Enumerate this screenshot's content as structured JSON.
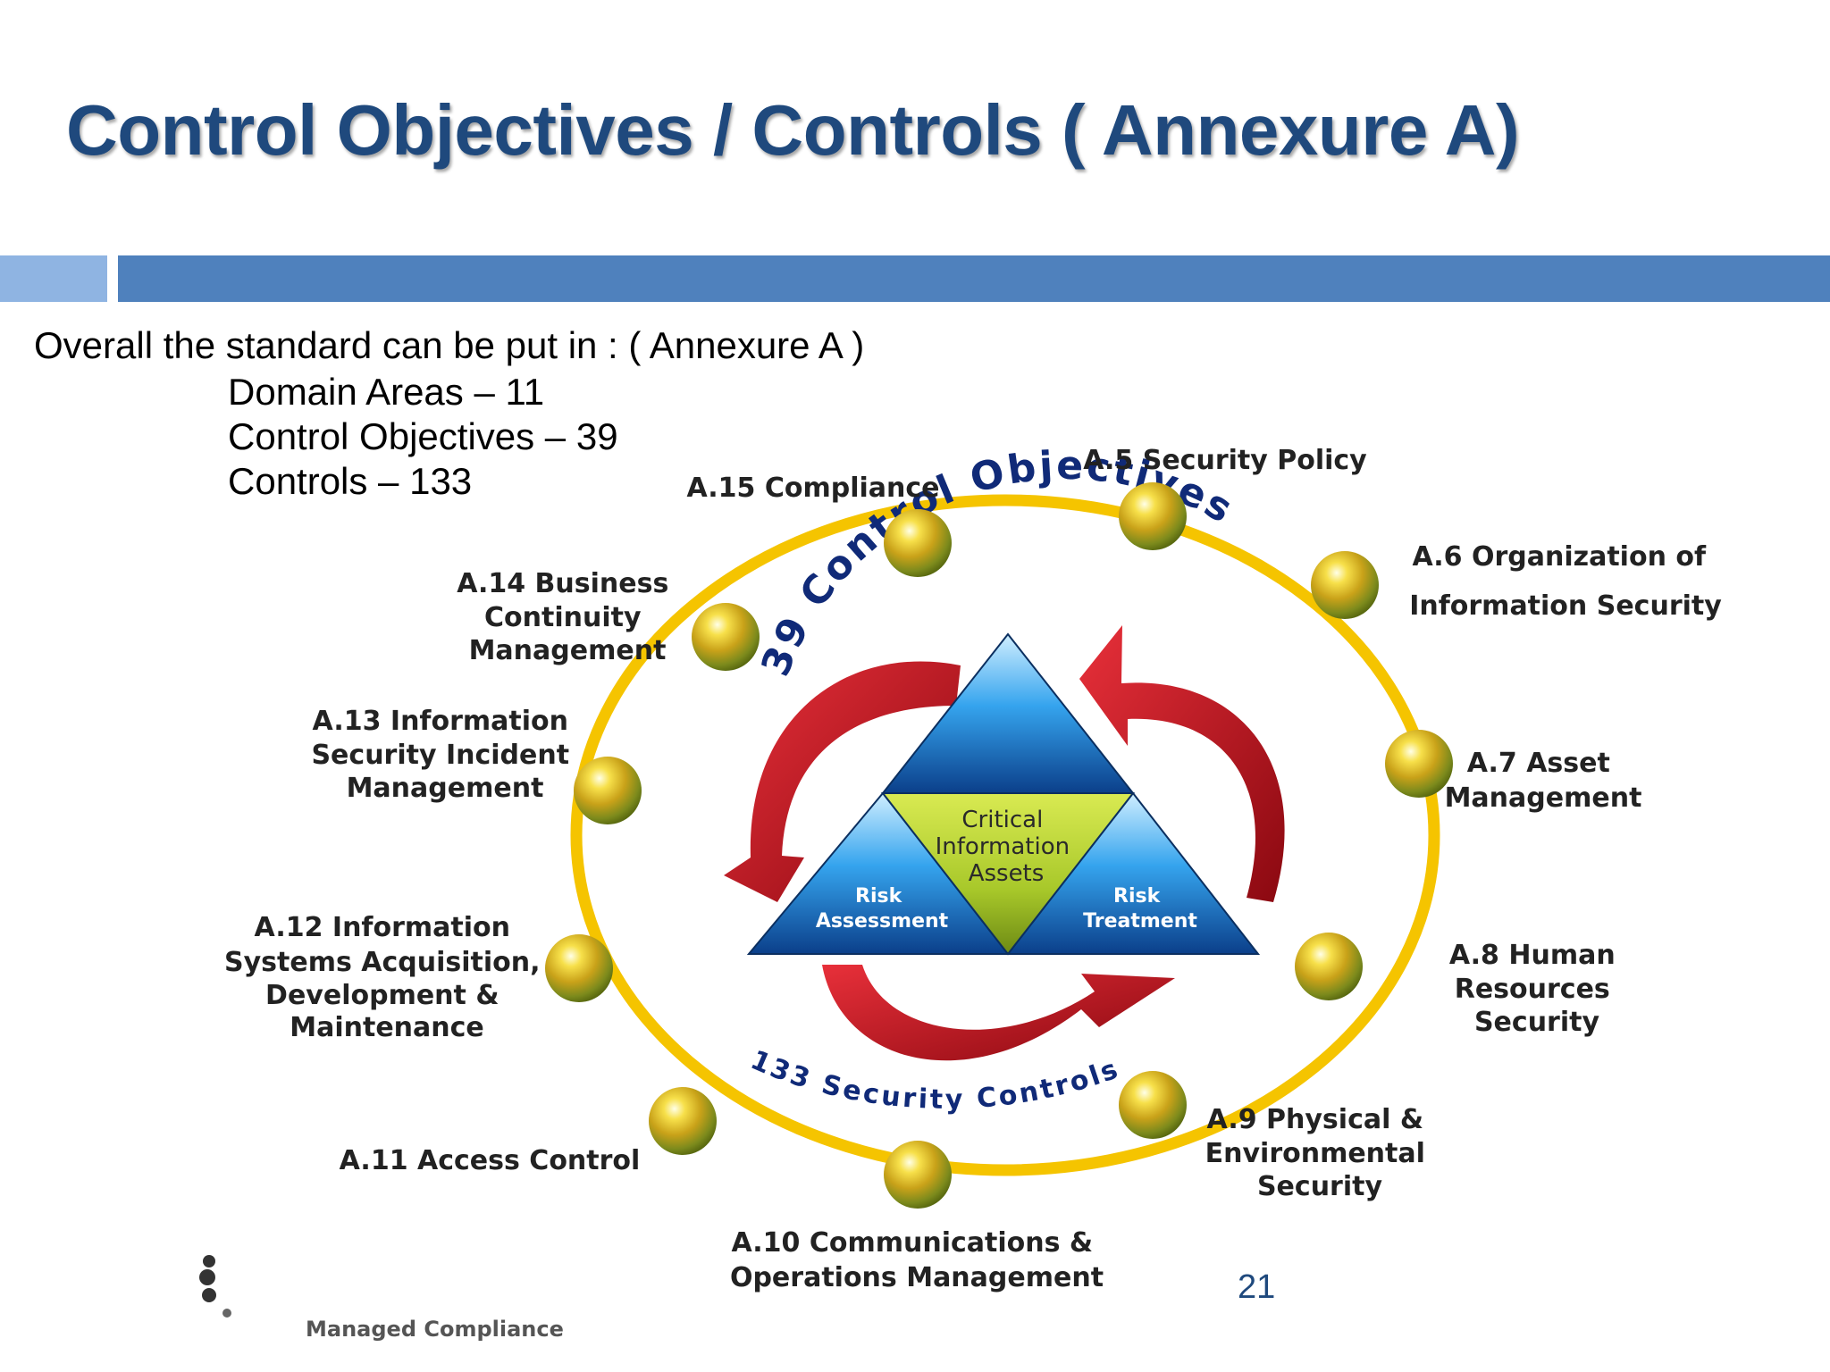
{
  "slide": {
    "title": "Control Objectives / Controls ( Annexure A)",
    "intro": "Overall the standard can be put in : ( Annexure A )",
    "stats": [
      "Domain Areas – 11",
      "Control Objectives – 39",
      "Controls – 133"
    ],
    "page_number": "21",
    "footer_logo_text": "Managed Compliance"
  },
  "diagram": {
    "top_arc_text": "39 Control Objectives",
    "bottom_arc_text": "133 Security Controls",
    "center_label": [
      "Critical",
      "Information",
      "Assets"
    ],
    "left_triangle": [
      "Risk",
      "Assessment"
    ],
    "right_triangle": [
      "Risk",
      "Treatment"
    ],
    "domains": {
      "a5": [
        "A.5 Security Policy"
      ],
      "a6": [
        "A.6 Organization of",
        "Information Security"
      ],
      "a7": [
        "A.7 Asset",
        "Management"
      ],
      "a8": [
        "A.8 Human",
        "Resources",
        "Security"
      ],
      "a9": [
        "A.9 Physical &",
        "Environmental",
        "Security"
      ],
      "a10": [
        "A.10 Communications &",
        "Operations Management"
      ],
      "a11": [
        "A.11 Access Control"
      ],
      "a12": [
        "A.12 Information",
        "Systems Acquisition,",
        "Development &",
        "Maintenance"
      ],
      "a13": [
        "A.13 Information",
        "Security Incident",
        "Management"
      ],
      "a14": [
        "A.14 Business",
        "Continuity",
        "Management"
      ],
      "a15": [
        "A.15 Compliance"
      ]
    },
    "colors": {
      "ring": "#f5c400",
      "arrows": "#c0101a",
      "triangle_blue": "#1e88d8",
      "triangle_center": "#a8c82a",
      "arc_text": "#102a78"
    }
  }
}
